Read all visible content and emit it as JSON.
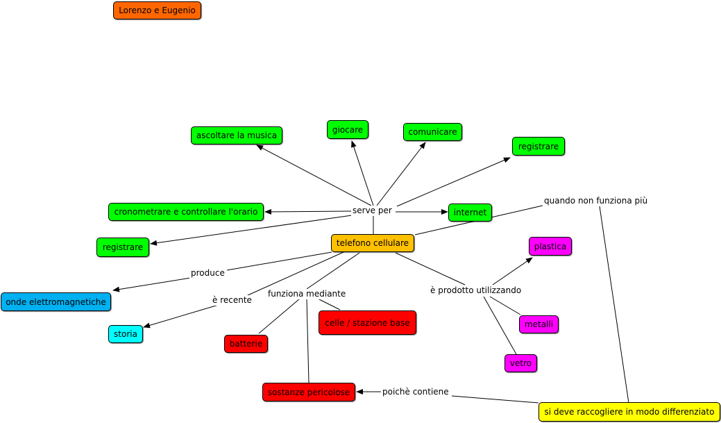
{
  "colors": {
    "author": "#ff6600",
    "central": "#ffc000",
    "uses": "#00ff00",
    "waves": "#00b0f0",
    "history": "#00ffff",
    "danger": "#ff0000",
    "material": "#ff00ff",
    "recycle": "#ffff00"
  },
  "concepts": {
    "author": "Lorenzo e Eugenio",
    "central": "telefono cellulare",
    "ascoltare": "ascoltare la musica",
    "giocare": "giocare",
    "comunicare": "comunicare",
    "registrare_top": "registrare",
    "cronometrare": "cronometrare e controllare l'orario",
    "internet": "internet",
    "registrare_left": "registrare",
    "plastica": "plastica",
    "onde": "onde elettromagnetiche",
    "storia": "storia",
    "celle": "celle / stazione base",
    "metalli": "metalli",
    "batterie": "batterie",
    "vetro": "vetro",
    "sostanze": "sostanze pericolose",
    "raccogliere": "si deve raccogliere in modo differenziato"
  },
  "phrases": {
    "serve_per": "serve per",
    "quando_non": "quando non funziona più",
    "produce": "produce",
    "recente": "è recente",
    "funziona": "funziona mediante",
    "prodotto": "è prodotto utilizzando",
    "poiche": "poichè contiene"
  }
}
